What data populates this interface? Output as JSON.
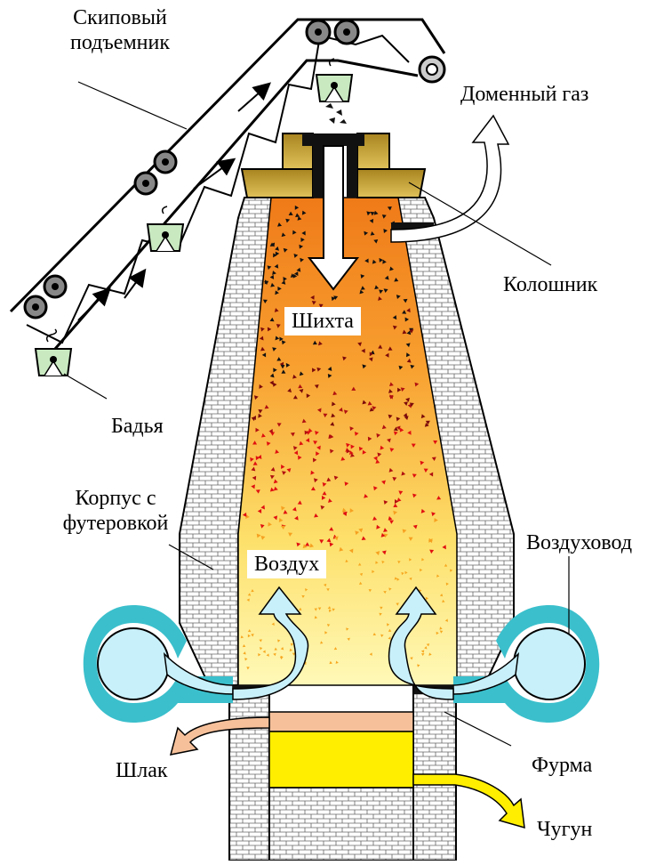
{
  "labels": {
    "skip_hoist": "Скиповый\nподъемник",
    "blast_gas": "Доменный газ",
    "top": "Колошник",
    "charge": "Шихта",
    "bucket": "Бадья",
    "shell": "Корпус с\nфутеровкой",
    "air_duct": "Воздуховод",
    "air": "Воздух",
    "slag": "Шлак",
    "tuyere": "Фурма",
    "pig_iron": "Чугун"
  },
  "colors": {
    "brick_fill": "#ffffff",
    "brick_line": "#555555",
    "top_gold": "#c8a53a",
    "furnace_top": "#f07a1a",
    "furnace_bottom": "#fff7a8",
    "air_arrow": "#c8f0fa",
    "air_duct": "#3bbfcc",
    "slag": "#f6c09a",
    "iron": "#ffee00",
    "bucket": "#c9eac1"
  }
}
